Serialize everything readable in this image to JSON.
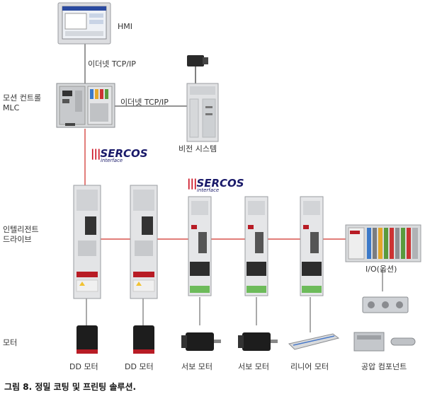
{
  "labels": {
    "hmi": "HMI",
    "eth1": "이더넷 TCP/IP",
    "eth2": "이더넷 TCP/IP",
    "mlc_line1": "모션 컨트롤",
    "mlc_line2": "MLC",
    "vision": "비전 시스템",
    "drive_line1": "인텔리전트",
    "drive_line2": "드라이브",
    "motor": "모터",
    "io": "I/O(옵션)",
    "m1": "DD 모터",
    "m2": "DD 모터",
    "m3": "서보 모터",
    "m4": "서보 모터",
    "m5": "리니어 모터",
    "m6": "공압 컴포넌트"
  },
  "sercos": {
    "bars": "|||",
    "name": "SERCOS",
    "sub": "interface"
  },
  "caption": "그림 8. 정밀 코팅 및 프린팅 솔루션.",
  "colors": {
    "bus_line": "#d9534f",
    "eth_line": "#555555",
    "drive_red": "#b81c25",
    "device_grey": "#d8dadc"
  }
}
